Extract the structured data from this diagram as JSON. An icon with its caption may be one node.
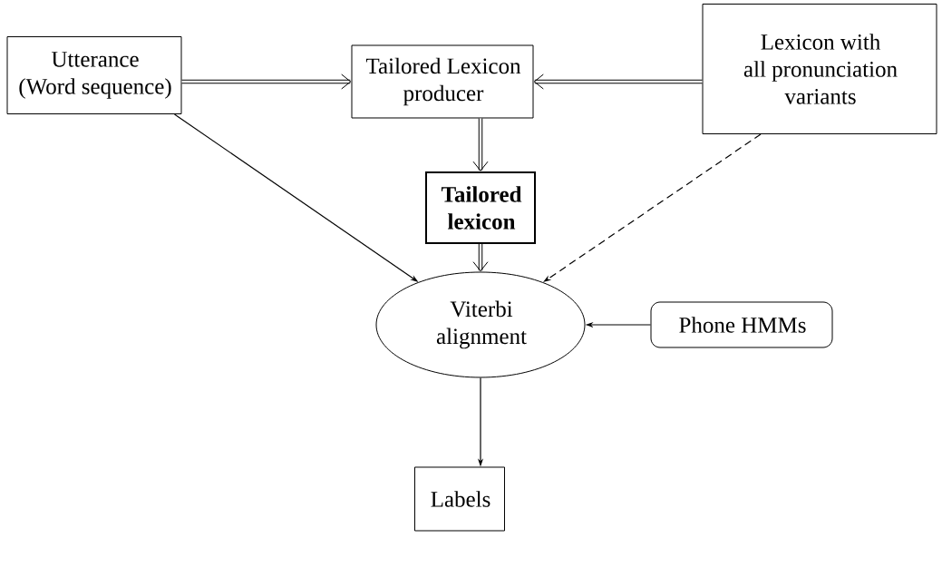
{
  "diagram": {
    "nodes": [
      {
        "text": [
          "Utterance (Word sequence)"
        ]
      },
      {
        "text": [
          "Tailored Lexicon producer"
        ]
      },
      {
        "text": [
          "Lexicon with all pronunciation variants"
        ]
      },
      {
        "text": [
          "Tailored lexicon"
        ]
      },
      {
        "text": [
          "Viterbi alignment"
        ]
      },
      {
        "text": [
          "Phone HMMs"
        ]
      },
      {
        "text": [
          "Labels"
        ]
      }
    ],
    "edges": [
      {
        "from": 0,
        "to": 1,
        "arrow": "to",
        "style": "thick"
      },
      {
        "from": 2,
        "to": 1,
        "arrow": "to",
        "style": "thick"
      },
      {
        "from": 1,
        "to": 3,
        "arrow": "to",
        "style": "thick"
      },
      {
        "from": 3,
        "to": 4,
        "arrow": "to",
        "style": "thick"
      },
      {
        "from": 0,
        "to": 4,
        "arrow": "to"
      },
      {
        "from": 2,
        "to": 4,
        "arrow": "to",
        "style": "dashed"
      },
      {
        "from": 5,
        "to": 4,
        "arrow": "to"
      },
      {
        "from": 4,
        "to": 6,
        "arrow": "to"
      }
    ]
  }
}
